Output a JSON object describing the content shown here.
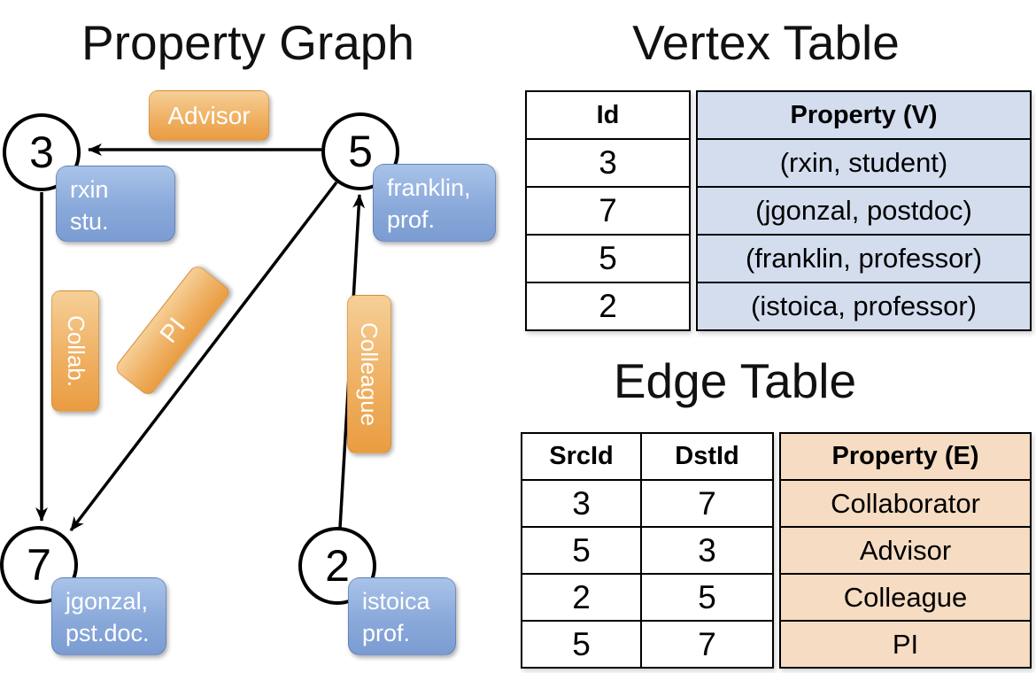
{
  "graph": {
    "title": "Property Graph",
    "nodes": [
      {
        "id": "3"
      },
      {
        "id": "5"
      },
      {
        "id": "7"
      },
      {
        "id": "2"
      }
    ],
    "vertex_labels": [
      {
        "line1": "rxin",
        "line2": "stu."
      },
      {
        "line1": "franklin,",
        "line2": "prof."
      },
      {
        "line1": "jgonzal,",
        "line2": "pst.doc."
      },
      {
        "line1": "istoica",
        "line2": "prof."
      }
    ],
    "edge_labels": [
      {
        "text": "Advisor"
      },
      {
        "text": "Collab."
      },
      {
        "text": "PI"
      },
      {
        "text": "Colleague"
      }
    ]
  },
  "vertex_table": {
    "title": "Vertex Table",
    "columns": {
      "id": "Id",
      "property": "Property (V)"
    },
    "rows": [
      {
        "id": "3",
        "property": "(rxin, student)"
      },
      {
        "id": "7",
        "property": "(jgonzal, postdoc)"
      },
      {
        "id": "5",
        "property": "(franklin, professor)"
      },
      {
        "id": "2",
        "property": "(istoica, professor)"
      }
    ]
  },
  "edge_table": {
    "title": "Edge Table",
    "columns": {
      "src": "SrcId",
      "dst": "DstId",
      "property": "Property (E)"
    },
    "rows": [
      {
        "src": "3",
        "dst": "7",
        "property": "Collaborator"
      },
      {
        "src": "5",
        "dst": "3",
        "property": "Advisor"
      },
      {
        "src": "2",
        "dst": "5",
        "property": "Colleague"
      },
      {
        "src": "5",
        "dst": "7",
        "property": "PI"
      }
    ]
  },
  "colors": {
    "edge_label_gradient_top": "#f6cf97",
    "edge_label_gradient_bottom": "#ea9c41",
    "vertex_label_gradient_top": "#a9c3e9",
    "vertex_label_gradient_bottom": "#7b9cd3",
    "vertex_property_bg": "#d3ddee",
    "edge_property_bg": "#f5dcc2",
    "line_color": "#000000"
  }
}
